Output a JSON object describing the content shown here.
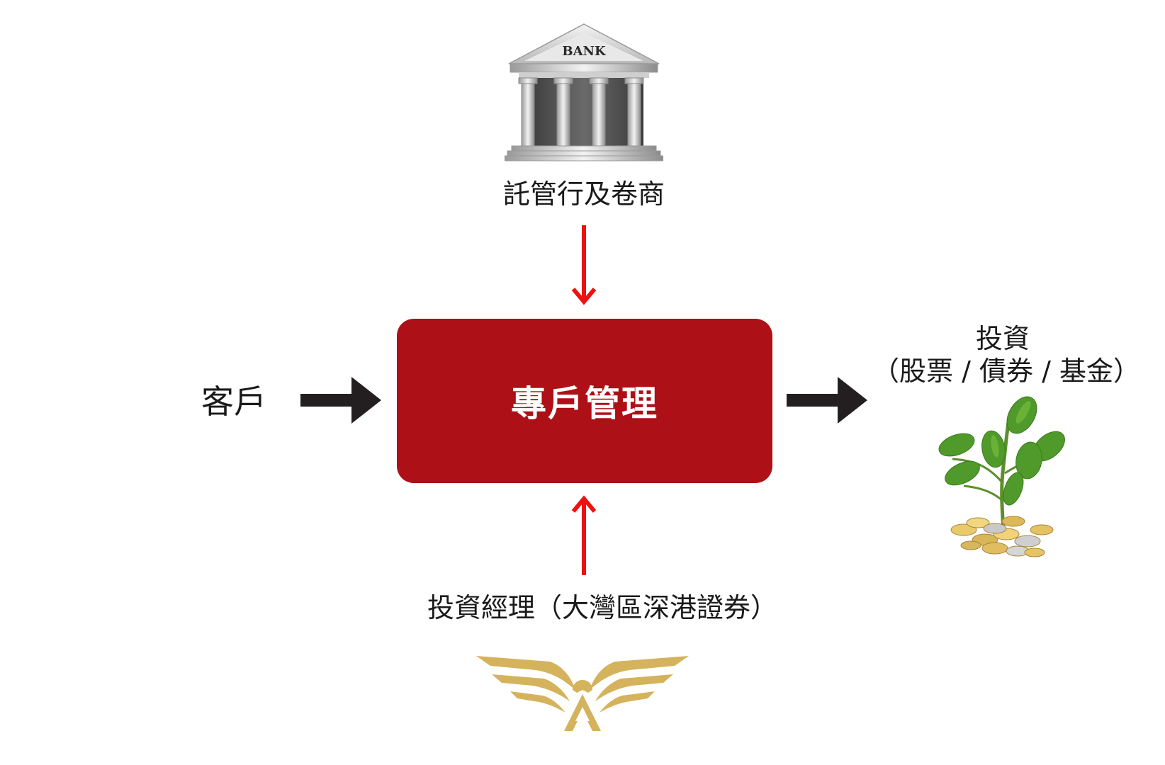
{
  "bank": {
    "sign": "BANK"
  },
  "nodes": {
    "custodian": "託管行及卷商",
    "client": "客戶",
    "center": "專戶管理",
    "investment_title": "投資",
    "investment_detail": "（股票 / 債券 / 基金）",
    "manager": "投資經理（大灣區深港證券）"
  },
  "colors": {
    "center_box": "#ad1016",
    "red_arrow": "#ee1111",
    "black_arrow": "#231f20",
    "logo_gold": "#d4b35c"
  },
  "icons": {
    "bank": "bank-building-icon",
    "plant": "plant-coins-icon",
    "logo": "eagle-wings-logo"
  }
}
